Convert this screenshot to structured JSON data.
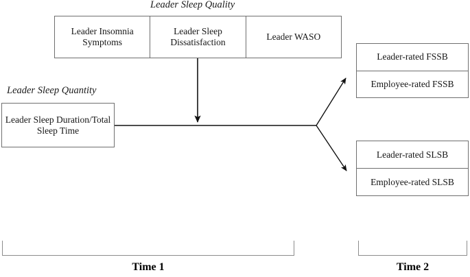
{
  "figure": {
    "type": "conceptual-model-diagram",
    "background_color": "#ffffff",
    "line_color": "#6e6e6e",
    "text_color": "#151515"
  },
  "captions": {
    "quality": "Leader Sleep Quality",
    "quantity": "Leader Sleep Quantity"
  },
  "predictors": {
    "quality_boxes": [
      {
        "label": "Leader Insomnia Symptoms"
      },
      {
        "label": "Leader Sleep Dissatisfaction"
      },
      {
        "label": "Leader WASO"
      }
    ],
    "quantity_box": {
      "label": "Leader Sleep Duration/Total Sleep Time"
    }
  },
  "outcomes": {
    "fssb": [
      {
        "label": "Leader-rated FSSB"
      },
      {
        "label": "Employee-rated FSSB"
      }
    ],
    "slsb": [
      {
        "label": "Leader-rated SLSB"
      },
      {
        "label": "Employee-rated SLSB"
      }
    ]
  },
  "timeline": {
    "time_1": "Time 1",
    "time_2": "Time 2"
  },
  "connectors": {
    "moderator_arrow": "vertical-arrow-from-sleep-quality-to-path",
    "path_line": "horizontal-line-from-sleep-quantity",
    "branch_arrows": [
      "arrow-to-fssb",
      "arrow-to-slsb"
    ]
  }
}
